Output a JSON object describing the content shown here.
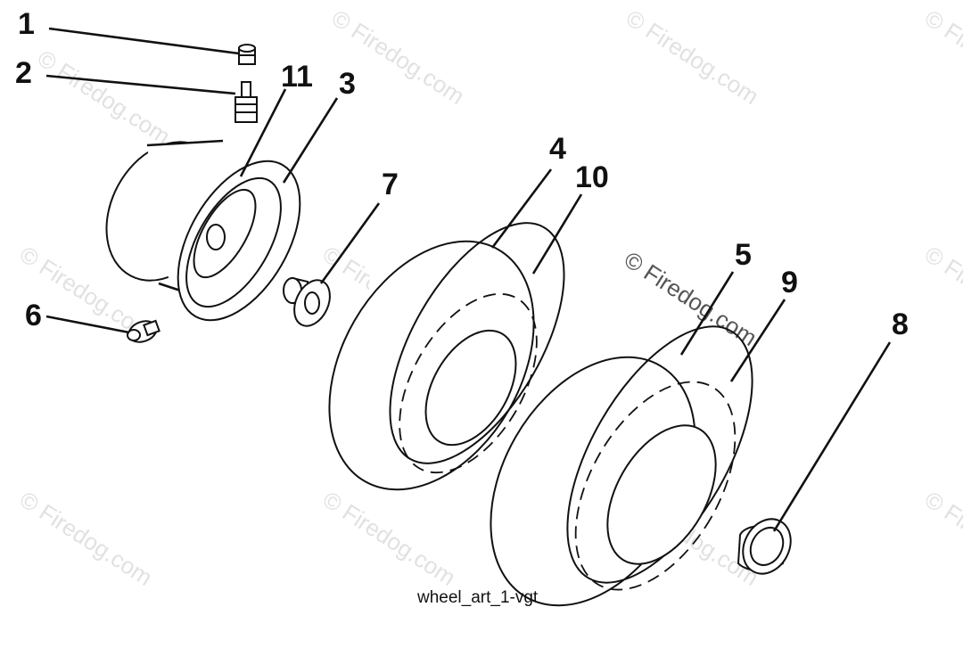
{
  "caption": "wheel_art_1-vgt",
  "watermark": "© Firedog.com",
  "callouts": {
    "c1": "1",
    "c2": "2",
    "c3": "3",
    "c4": "4",
    "c5": "5",
    "c6": "6",
    "c7": "7",
    "c8": "8",
    "c9": "9",
    "c10": "10",
    "c11": "11"
  },
  "colors": {
    "line": "#111111",
    "background": "#ffffff",
    "watermark": "#c9c9c9"
  }
}
